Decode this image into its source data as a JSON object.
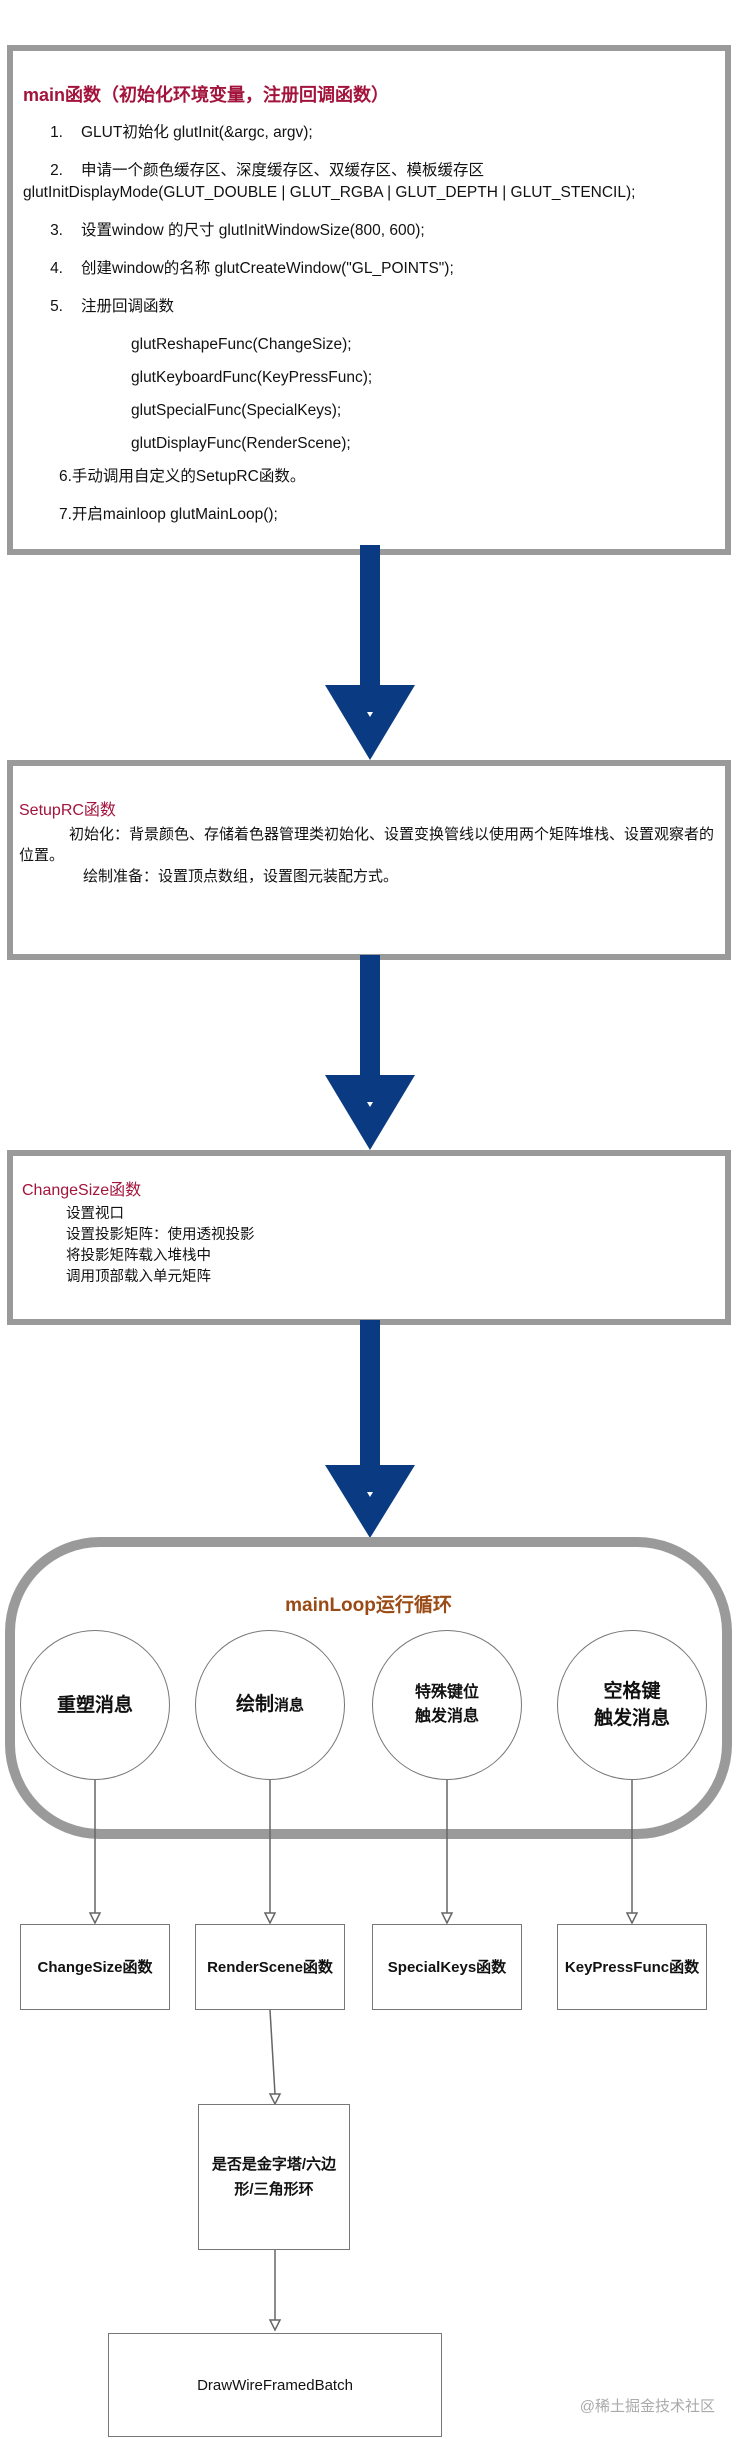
{
  "main_box": {
    "title": "main函数（初始化环境变量，注册回调函数）",
    "items": [
      {
        "num": "1.",
        "text": "GLUT初始化 glutInit(&argc, argv);"
      },
      {
        "num": "2.",
        "text": "申请一个颜色缓存区、深度缓存区、双缓存区、模板缓存区",
        "cont": "glutInitDisplayMode(GLUT_DOUBLE | GLUT_RGBA | GLUT_DEPTH | GLUT_STENCIL);"
      },
      {
        "num": "3.",
        "text": "设置window 的尺寸 glutInitWindowSize(800, 600);"
      },
      {
        "num": "4.",
        "text": "创建window的名称 glutCreateWindow(\"GL_POINTS\");"
      },
      {
        "num": "5.",
        "text": "注册回调函数"
      }
    ],
    "callbacks": [
      "glutReshapeFunc(ChangeSize);",
      "glutKeyboardFunc(KeyPressFunc);",
      "glutSpecialFunc(SpecialKeys);",
      "glutDisplayFunc(RenderScene);"
    ],
    "step6": "6.手动调用自定义的SetupRC函数。",
    "step7": "7.开启mainloop  glutMainLoop();"
  },
  "setup_box": {
    "title": "SetupRC函数",
    "line1": "初始化：背景颜色、存储着色器管理类初始化、设置变换管线以使用两个矩阵堆栈、设置观察者的位置。",
    "line2": "绘制准备：设置顶点数组，设置图元装配方式。"
  },
  "change_box": {
    "title": "ChangeSize函数",
    "lines": [
      "设置视口",
      "设置投影矩阵：使用透视投影",
      "将投影矩阵载入堆栈中",
      "调用顶部载入单元矩阵"
    ]
  },
  "loop": {
    "title": "mainLoop运行循环",
    "circles": [
      {
        "line1": "重塑消息",
        "line2": ""
      },
      {
        "line1": "绘制",
        "small": "消息"
      },
      {
        "line1": "特殊键位",
        "line2": "触发消息"
      },
      {
        "line1": "空格键",
        "line2": "触发消息"
      }
    ]
  },
  "handlers": [
    "ChangeSize函数",
    "RenderScene函数",
    "SpecialKeys函数",
    "KeyPressFunc函数"
  ],
  "decision": {
    "line1": "是否是金字塔/六边",
    "line2": "形/三角形环"
  },
  "final": "DrawWireFramedBatch",
  "watermark": "@稀土掘金技术社区",
  "colors": {
    "arrow": "#0a3b82",
    "title_red": "#a3143c",
    "loop_title": "#9a4a14",
    "border": "#9a9a9a"
  }
}
